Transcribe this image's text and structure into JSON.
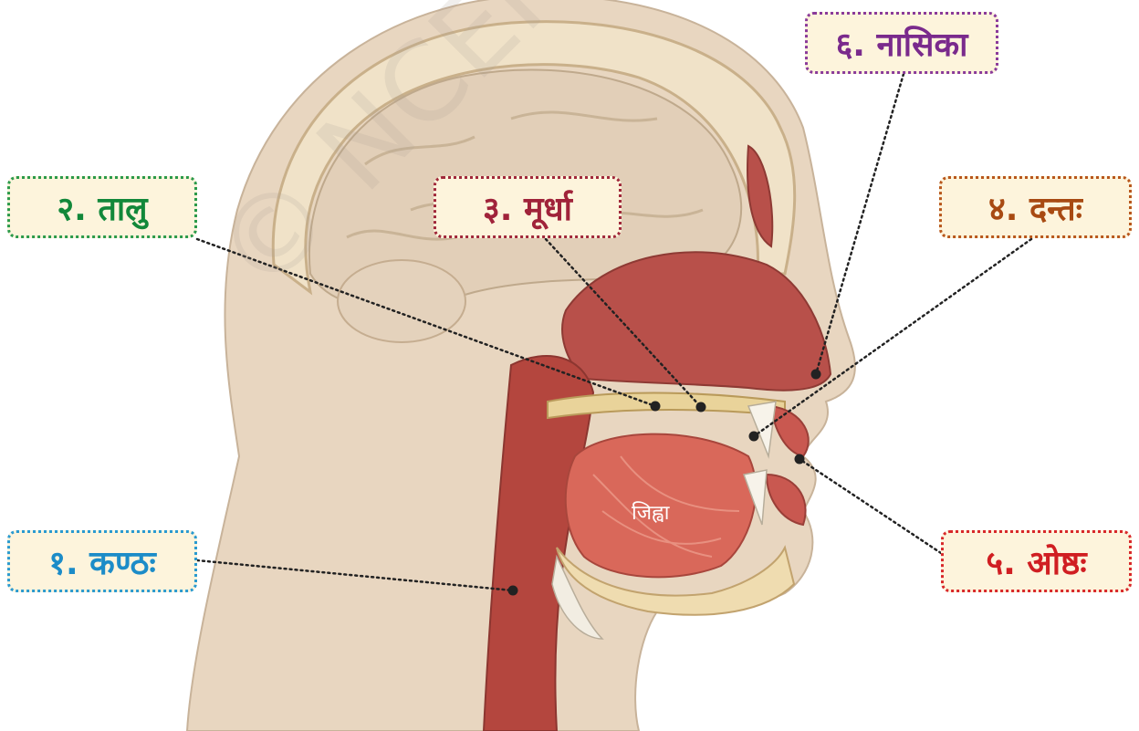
{
  "labels": {
    "taalu": "२. तालु",
    "murdha": "३. मूर्धा",
    "danta": "४. दन्तः",
    "nasika": "६. नासिका",
    "kantha": "१. कण्ठः",
    "oshtha": "५. ओष्ठः",
    "tongue": "जिह्वा"
  },
  "watermark": "© NCERT not to be republished",
  "colors": {
    "taalu": "#12883a",
    "murdha": "#a0233a",
    "danta": "#a84a12",
    "nasika": "#7a2a8c",
    "kantha": "#1c8cc8",
    "oshtha": "#d01e22"
  }
}
